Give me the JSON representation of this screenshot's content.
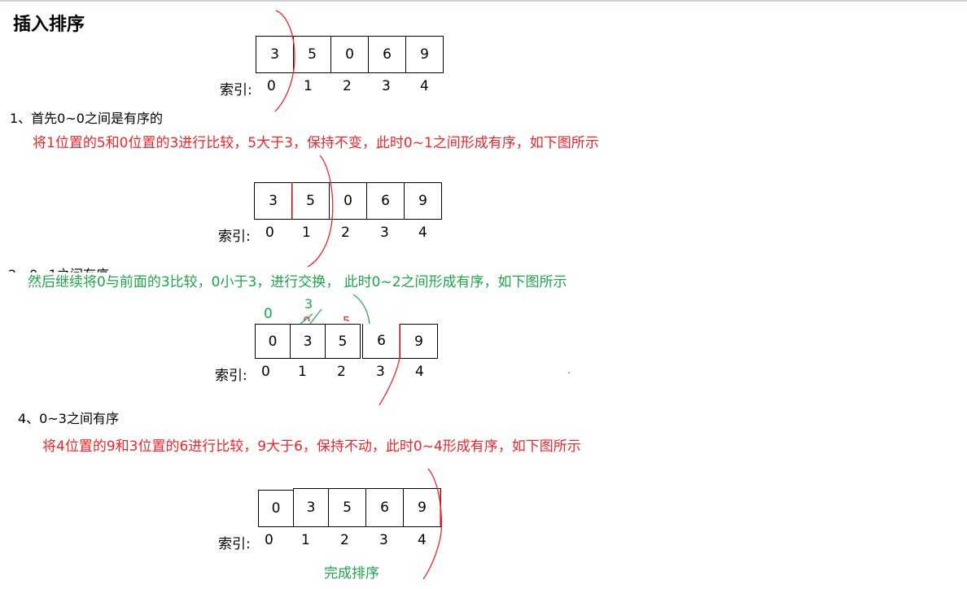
{
  "title": "插入排序",
  "index_label": "索引:",
  "array0": {
    "cells": [
      "3",
      "5",
      "0",
      "6",
      "9"
    ],
    "indices": [
      "0",
      "1",
      "2",
      "3",
      "4"
    ]
  },
  "step1": {
    "heading": "1、首先0~0之间是有序的",
    "note": "将1位置的5和0位置的3进行比较，5大于3，保持不变，此时0~1之间形成有序，如下图所示"
  },
  "array1": {
    "cells": [
      "3",
      "5",
      "0",
      "6",
      "9"
    ],
    "indices": [
      "0",
      "1",
      "2",
      "3",
      "4"
    ]
  },
  "step2": {
    "heading_fragment": "2、0~1之间有序",
    "note": "然后继续将0与前面的3比较，0小于3，进行交换， 此时0~2之间形成有序，如下图所示"
  },
  "swap_annotations": {
    "green_zero": "0",
    "green_three": "3",
    "red_zero": "0",
    "red_five": "5"
  },
  "array2": {
    "cells": [
      "0",
      "3",
      "5",
      "6",
      "9"
    ],
    "indices": [
      "0",
      "1",
      "2",
      "3",
      "4"
    ]
  },
  "step4": {
    "heading": "4、0~3之间有序",
    "note": "将4位置的9和3位置的6进行比较，9大于6，保持不动，此时0~4形成有序，如下图所示"
  },
  "array3": {
    "cells": [
      "0",
      "3",
      "5",
      "6",
      "9"
    ],
    "indices": [
      "0",
      "1",
      "2",
      "3",
      "4"
    ]
  },
  "done": "完成排序",
  "colors": {
    "red": "#e8262c",
    "green": "#21a34a"
  }
}
